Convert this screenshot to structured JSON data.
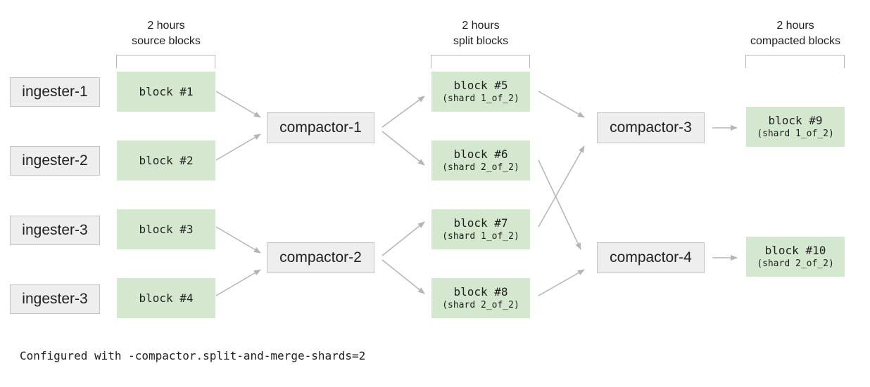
{
  "headers": {
    "source": {
      "line1": "2 hours",
      "line2": "source blocks"
    },
    "split": {
      "line1": "2 hours",
      "line2": "split blocks"
    },
    "compacted": {
      "line1": "2 hours",
      "line2": "compacted blocks"
    }
  },
  "ingesters": [
    "ingester-1",
    "ingester-2",
    "ingester-3",
    "ingester-3"
  ],
  "source_blocks": [
    "block #1",
    "block #2",
    "block #3",
    "block #4"
  ],
  "compactors": [
    "compactor-1",
    "compactor-2",
    "compactor-3",
    "compactor-4"
  ],
  "split_blocks": [
    {
      "label": "block #5",
      "shard": "(shard 1_of_2)"
    },
    {
      "label": "block #6",
      "shard": "(shard 2_of_2)"
    },
    {
      "label": "block #7",
      "shard": "(shard 1_of_2)"
    },
    {
      "label": "block #8",
      "shard": "(shard 2_of_2)"
    }
  ],
  "compacted_blocks": [
    {
      "label": "block #9",
      "shard": "(shard 1_of_2)"
    },
    {
      "label": "block #10",
      "shard": "(shard 2_of_2)"
    }
  ],
  "footer_note": "Configured with -compactor.split-and-merge-shards=2",
  "colors": {
    "block_fill": "#d4e8cf",
    "node_fill": "#eeeeee",
    "arrow": "#b5b5b5"
  }
}
